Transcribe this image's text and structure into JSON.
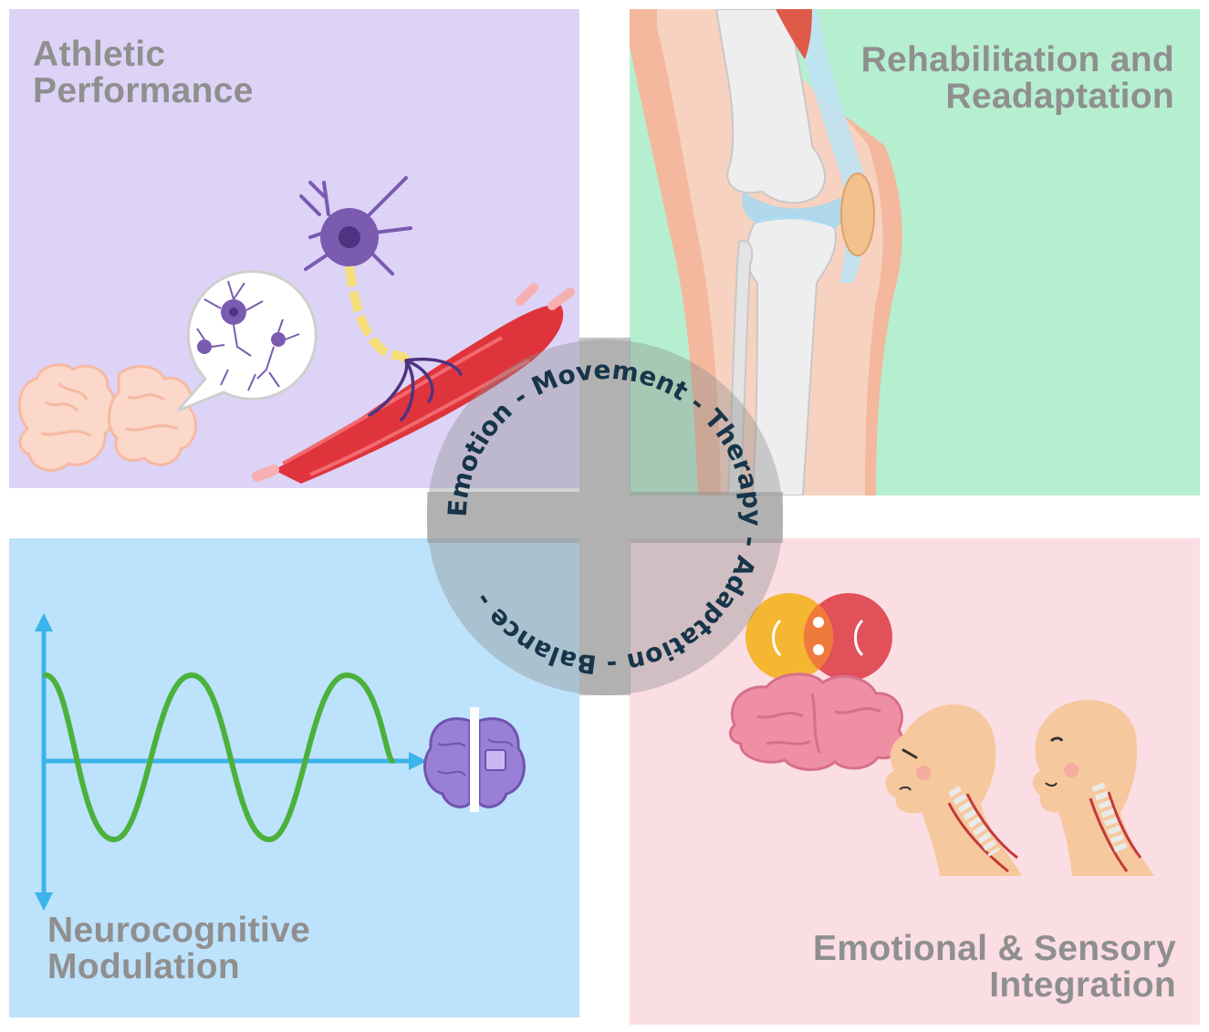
{
  "panels": {
    "top_left": {
      "title_line1": "Athletic",
      "title_line2": "Performance"
    },
    "top_right": {
      "title_line1": "Rehabilitation and",
      "title_line2": "Readaptation"
    },
    "bottom_left": {
      "title_line1": "Neurocognitive",
      "title_line2": "Modulation"
    },
    "bottom_right": {
      "title_line1": "Emotional & Sensory",
      "title_line2": "Integration"
    }
  },
  "ring_text": "Emotion - Movement - Therapy - Adaptation - Balance -",
  "colors": {
    "panel_top_left": "#ddd3f7",
    "panel_top_right": "#b6efcf",
    "panel_bottom_left": "#bde2fb",
    "panel_bottom_right": "#fbdde4",
    "title_text": "#8f8f8f",
    "ring_text": "#17354a",
    "wave": "#4cb13c",
    "axis": "#3ab4ea",
    "muscle": "#e0343c",
    "neuron": "#7a5bb0"
  },
  "icons": [
    "brain-icon",
    "neuron-icon",
    "muscle-icon",
    "knee-joint-icon",
    "sine-wave-icon",
    "brain-puzzle-icon",
    "emotion-faces-icon",
    "head-neck-icon"
  ]
}
